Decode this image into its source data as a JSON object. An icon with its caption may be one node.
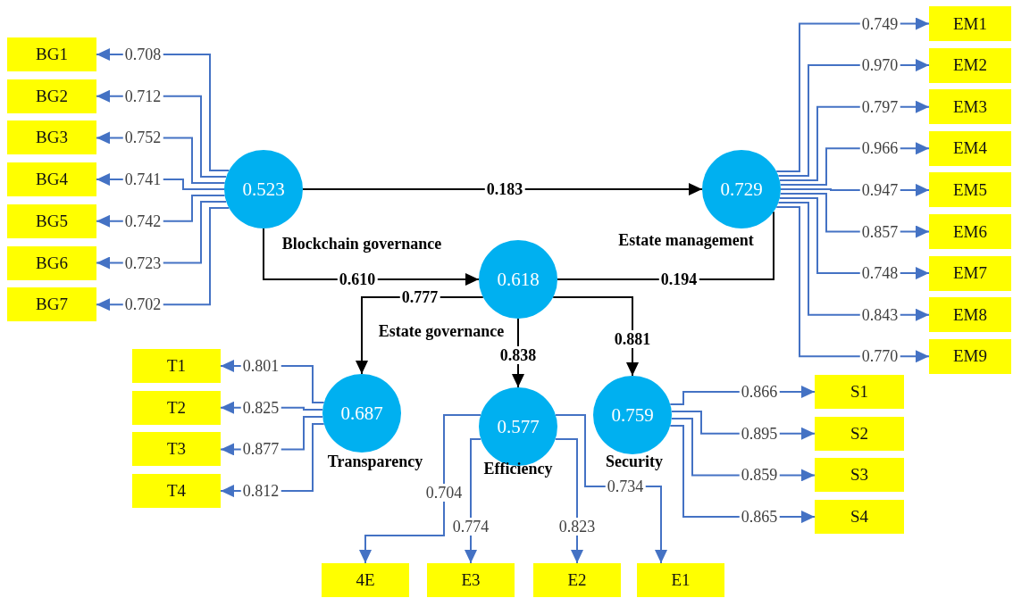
{
  "diagram": {
    "nodes": [
      {
        "text": [
          "0.523"
        ],
        "beside": [
          "Blockchain governance"
        ]
      },
      {
        "text": [
          "0.729"
        ],
        "beside": [
          "Estate management"
        ]
      },
      {
        "text": [
          "0.618"
        ],
        "beside": [
          "Estate governance"
        ]
      },
      {
        "text": [
          "0.687"
        ],
        "beside": [
          "Transparency"
        ]
      },
      {
        "text": [
          "0.577"
        ],
        "beside": [
          "Efficiency"
        ]
      },
      {
        "text": [
          "0.759"
        ],
        "beside": [
          "Security"
        ]
      },
      {
        "text": [
          "BG1"
        ]
      },
      {
        "text": [
          "BG2"
        ]
      },
      {
        "text": [
          "BG3"
        ]
      },
      {
        "text": [
          "BG4"
        ]
      },
      {
        "text": [
          "BG5"
        ]
      },
      {
        "text": [
          "BG6"
        ]
      },
      {
        "text": [
          "BG7"
        ]
      },
      {
        "text": [
          "EM1"
        ]
      },
      {
        "text": [
          "EM2"
        ]
      },
      {
        "text": [
          "EM3"
        ]
      },
      {
        "text": [
          "EM4"
        ]
      },
      {
        "text": [
          "EM5"
        ]
      },
      {
        "text": [
          "EM6"
        ]
      },
      {
        "text": [
          "EM7"
        ]
      },
      {
        "text": [
          "EM8"
        ]
      },
      {
        "text": [
          "EM9"
        ]
      },
      {
        "text": [
          "T1"
        ]
      },
      {
        "text": [
          "T2"
        ]
      },
      {
        "text": [
          "T3"
        ]
      },
      {
        "text": [
          "T4"
        ]
      },
      {
        "text": [
          "S1"
        ]
      },
      {
        "text": [
          "S2"
        ]
      },
      {
        "text": [
          "S3"
        ]
      },
      {
        "text": [
          "S4"
        ]
      },
      {
        "text": [
          "4E"
        ]
      },
      {
        "text": [
          "E3"
        ]
      },
      {
        "text": [
          "E2"
        ]
      },
      {
        "text": [
          "E1"
        ]
      }
    ],
    "edges": [
      {
        "from": 0,
        "to": 6,
        "arrow": "to",
        "label": "0.708"
      },
      {
        "from": 0,
        "to": 7,
        "arrow": "to",
        "label": "0.712"
      },
      {
        "from": 0,
        "to": 8,
        "arrow": "to",
        "label": "0.752"
      },
      {
        "from": 0,
        "to": 9,
        "arrow": "to",
        "label": "0.741"
      },
      {
        "from": 0,
        "to": 10,
        "arrow": "to",
        "label": "0.742"
      },
      {
        "from": 0,
        "to": 11,
        "arrow": "to",
        "label": "0.723"
      },
      {
        "from": 0,
        "to": 12,
        "arrow": "to",
        "label": "0.702"
      },
      {
        "from": 1,
        "to": 13,
        "arrow": "to",
        "label": "0.749"
      },
      {
        "from": 1,
        "to": 14,
        "arrow": "to",
        "label": "0.970"
      },
      {
        "from": 1,
        "to": 15,
        "arrow": "to",
        "label": "0.797"
      },
      {
        "from": 1,
        "to": 16,
        "arrow": "to",
        "label": "0.966"
      },
      {
        "from": 1,
        "to": 17,
        "arrow": "to",
        "label": "0.947"
      },
      {
        "from": 1,
        "to": 18,
        "arrow": "to",
        "label": "0.857"
      },
      {
        "from": 1,
        "to": 19,
        "arrow": "to",
        "label": "0.748"
      },
      {
        "from": 1,
        "to": 20,
        "arrow": "to",
        "label": "0.843"
      },
      {
        "from": 1,
        "to": 21,
        "arrow": "to",
        "label": "0.770"
      },
      {
        "from": 3,
        "to": 22,
        "arrow": "to",
        "label": "0.801"
      },
      {
        "from": 3,
        "to": 23,
        "arrow": "to",
        "label": "0.825"
      },
      {
        "from": 3,
        "to": 24,
        "arrow": "to",
        "label": "0.877"
      },
      {
        "from": 3,
        "to": 25,
        "arrow": "to",
        "label": "0.812"
      },
      {
        "from": 5,
        "to": 26,
        "arrow": "to",
        "label": "0.866"
      },
      {
        "from": 5,
        "to": 27,
        "arrow": "to",
        "label": "0.895"
      },
      {
        "from": 5,
        "to": 28,
        "arrow": "to",
        "label": "0.859"
      },
      {
        "from": 5,
        "to": 29,
        "arrow": "to",
        "label": "0.865"
      },
      {
        "from": 4,
        "to": 30,
        "arrow": "to",
        "label": "0.704"
      },
      {
        "from": 4,
        "to": 31,
        "arrow": "to",
        "label": "0.774"
      },
      {
        "from": 4,
        "to": 32,
        "arrow": "to",
        "label": "0.823"
      },
      {
        "from": 4,
        "to": 33,
        "arrow": "to",
        "label": "0.734"
      },
      {
        "from": 0,
        "to": 1,
        "arrow": "to",
        "label": "0.183",
        "color": "#000000"
      },
      {
        "from": 0,
        "to": 2,
        "arrow": "to",
        "label": "0.610",
        "color": "#000000"
      },
      {
        "from": 2,
        "to": 1,
        "arrow": "none",
        "label": "0.194",
        "color": "#000000"
      },
      {
        "from": 2,
        "to": 3,
        "arrow": "to",
        "label": "0.777",
        "color": "#000000"
      },
      {
        "from": 2,
        "to": 4,
        "arrow": "to",
        "label": "0.838",
        "color": "#000000"
      },
      {
        "from": 2,
        "to": 5,
        "arrow": "to",
        "label": "0.881",
        "color": "#000000"
      }
    ]
  }
}
